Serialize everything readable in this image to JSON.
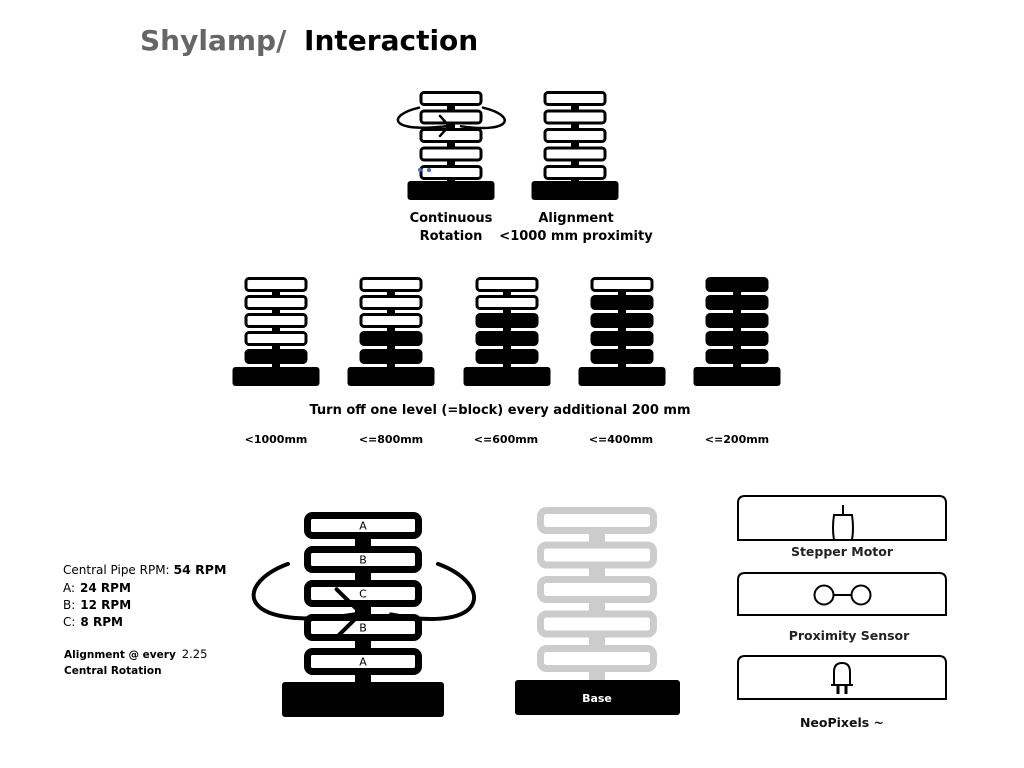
{
  "title": {
    "prefix": "Shylamp/",
    "main": "Interaction"
  },
  "top_modes": [
    {
      "label_line1": "Continuous",
      "label_line2": "Rotation",
      "rotating": true
    },
    {
      "label_line1": "Alignment",
      "label_line2": "<1000 mm proximity",
      "rotating": false
    }
  ],
  "proximity_row": {
    "caption": "Turn off one level (=block) every additional 200 mm",
    "stages": [
      {
        "label": "<1000mm",
        "blocks_off": 1
      },
      {
        "label": "<=800mm",
        "blocks_off": 2
      },
      {
        "label": "<=600mm",
        "blocks_off": 3
      },
      {
        "label": "<=400mm",
        "blocks_off": 4
      },
      {
        "label": "<=200mm",
        "blocks_off": 5
      }
    ]
  },
  "rpm_info": {
    "central_label": "Central Pipe RPM:",
    "central_value": "54 RPM",
    "rows": [
      {
        "key": "A:",
        "value": "24 RPM"
      },
      {
        "key": "B:",
        "value": "12 RPM"
      },
      {
        "key": "C:",
        "value": "8 RPM"
      }
    ],
    "alignment_line1": "Alignment @ every",
    "alignment_value": "2.25",
    "alignment_line2": "Central Rotation"
  },
  "detail_lamp": {
    "block_labels": [
      "A",
      "B",
      "C",
      "B",
      "A"
    ]
  },
  "ghost_lamp": {
    "base_label": "Base",
    "color": "#cccccc"
  },
  "components": [
    {
      "label": "Stepper Motor",
      "icon": "stepper-motor-icon"
    },
    {
      "label": "Proximity Sensor",
      "icon": "proximity-sensor-icon"
    },
    {
      "label": "NeoPixels ~",
      "icon": "led-icon"
    }
  ]
}
